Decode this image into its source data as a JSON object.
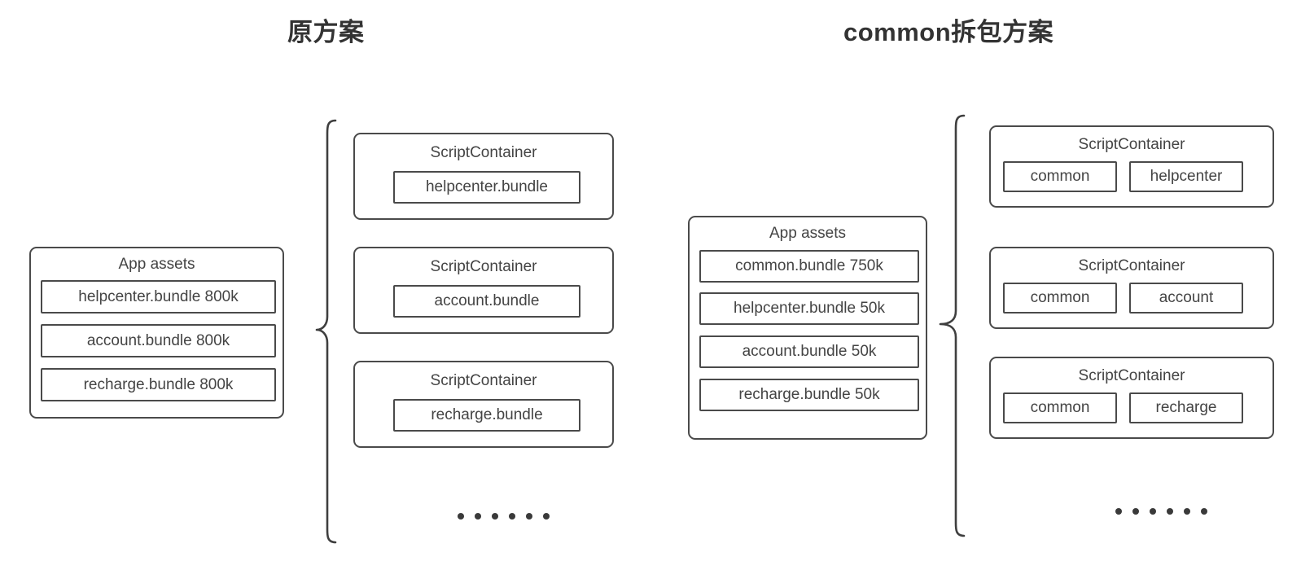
{
  "titles": {
    "left": "原方案",
    "right": "common拆包方案"
  },
  "left_scheme": {
    "app_assets": {
      "title": "App assets",
      "rows": [
        {
          "label": "helpcenter.bundle  800k"
        },
        {
          "label": "account.bundle  800k"
        },
        {
          "label": "recharge.bundle  800k"
        }
      ]
    },
    "containers": [
      {
        "title": "ScriptContainer",
        "items": [
          "helpcenter.bundle"
        ]
      },
      {
        "title": "ScriptContainer",
        "items": [
          "account.bundle"
        ]
      },
      {
        "title": "ScriptContainer",
        "items": [
          "recharge.bundle"
        ]
      }
    ],
    "ellipsis_dots": 6
  },
  "right_scheme": {
    "app_assets": {
      "title": "App assets",
      "rows": [
        {
          "label": "common.bundle  750k"
        },
        {
          "label": "helpcenter.bundle  50k"
        },
        {
          "label": "account.bundle  50k"
        },
        {
          "label": "recharge.bundle  50k"
        }
      ]
    },
    "containers": [
      {
        "title": "ScriptContainer",
        "items": [
          "common",
          "helpcenter"
        ]
      },
      {
        "title": "ScriptContainer",
        "items": [
          "common",
          "account"
        ]
      },
      {
        "title": "ScriptContainer",
        "items": [
          "common",
          "recharge"
        ]
      }
    ],
    "ellipsis_dots": 6
  },
  "colors": {
    "stroke": "#4a4a4a",
    "text": "#444444",
    "title": "#333333",
    "background": "#ffffff"
  }
}
